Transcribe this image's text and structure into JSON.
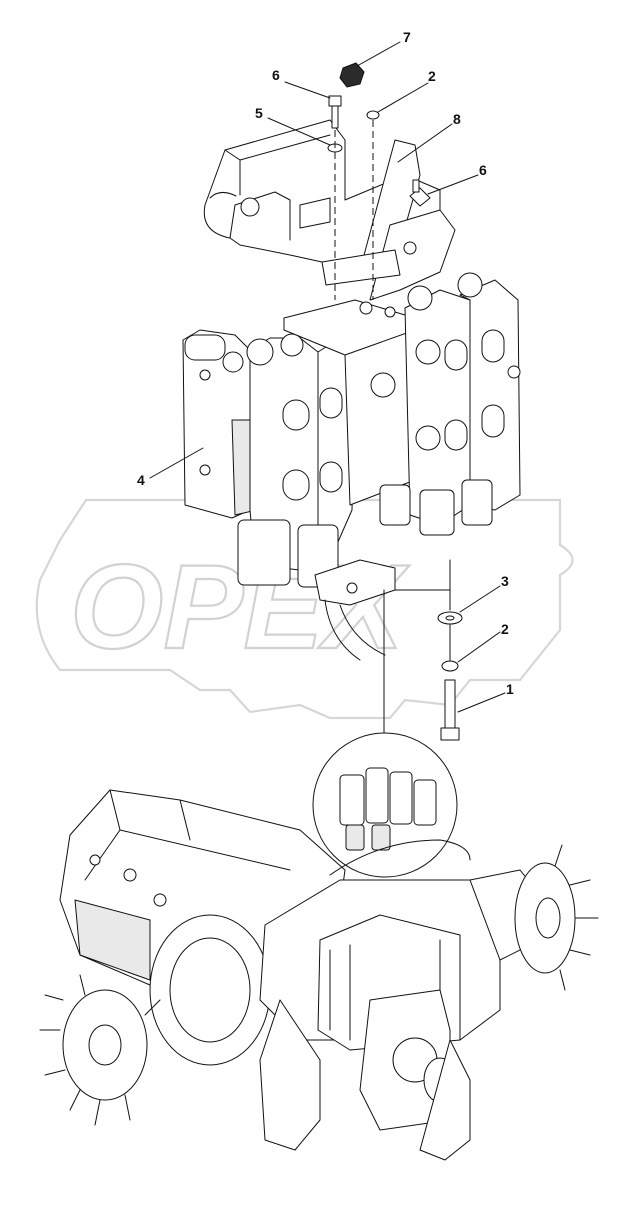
{
  "watermark": {
    "text": "OPEX",
    "color": "#d2d2d2"
  },
  "callouts": [
    {
      "id": "7",
      "label": "7"
    },
    {
      "id": "6a",
      "label": "6"
    },
    {
      "id": "2a",
      "label": "2"
    },
    {
      "id": "5",
      "label": "5"
    },
    {
      "id": "8",
      "label": "8"
    },
    {
      "id": "6b",
      "label": "6"
    },
    {
      "id": "4",
      "label": "4"
    },
    {
      "id": "3",
      "label": "3"
    },
    {
      "id": "2b",
      "label": "2"
    },
    {
      "id": "1",
      "label": "1"
    }
  ],
  "colors": {
    "line": "#111111",
    "fill": "#ffffff",
    "shade": "#e9e9e9"
  }
}
